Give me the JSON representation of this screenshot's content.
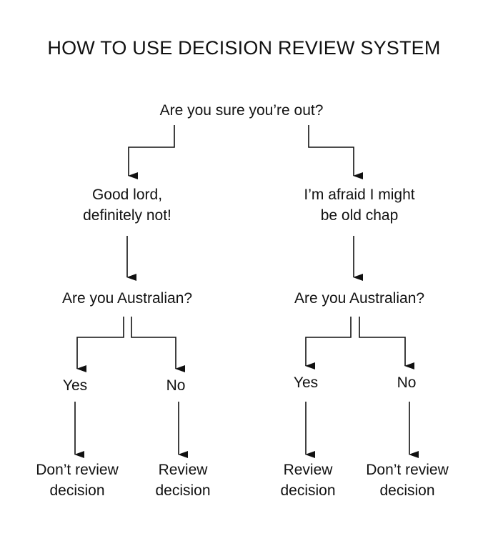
{
  "title": "HOW TO USE DECISION REVIEW SYSTEM",
  "nodes": {
    "root": "Are you sure you’re out?",
    "left_answer_l1": "Good lord,",
    "left_answer_l2": "definitely not!",
    "right_answer_l1": "I’m afraid I might",
    "right_answer_l2": "be old chap",
    "left_question": "Are you Australian?",
    "right_question": "Are you Australian?",
    "left_yes": "Yes",
    "left_no": "No",
    "right_yes": "Yes",
    "right_no": "No",
    "ll_outcome_l1": "Don’t review",
    "ll_outcome_l2": "decision",
    "lr_outcome_l1": "Review",
    "lr_outcome_l2": "decision",
    "rl_outcome_l1": "Review",
    "rl_outcome_l2": "decision",
    "rr_outcome_l1": "Don’t review",
    "rr_outcome_l2": "decision"
  },
  "colors": {
    "text": "#111111",
    "line": "#111111",
    "background": "#ffffff"
  }
}
